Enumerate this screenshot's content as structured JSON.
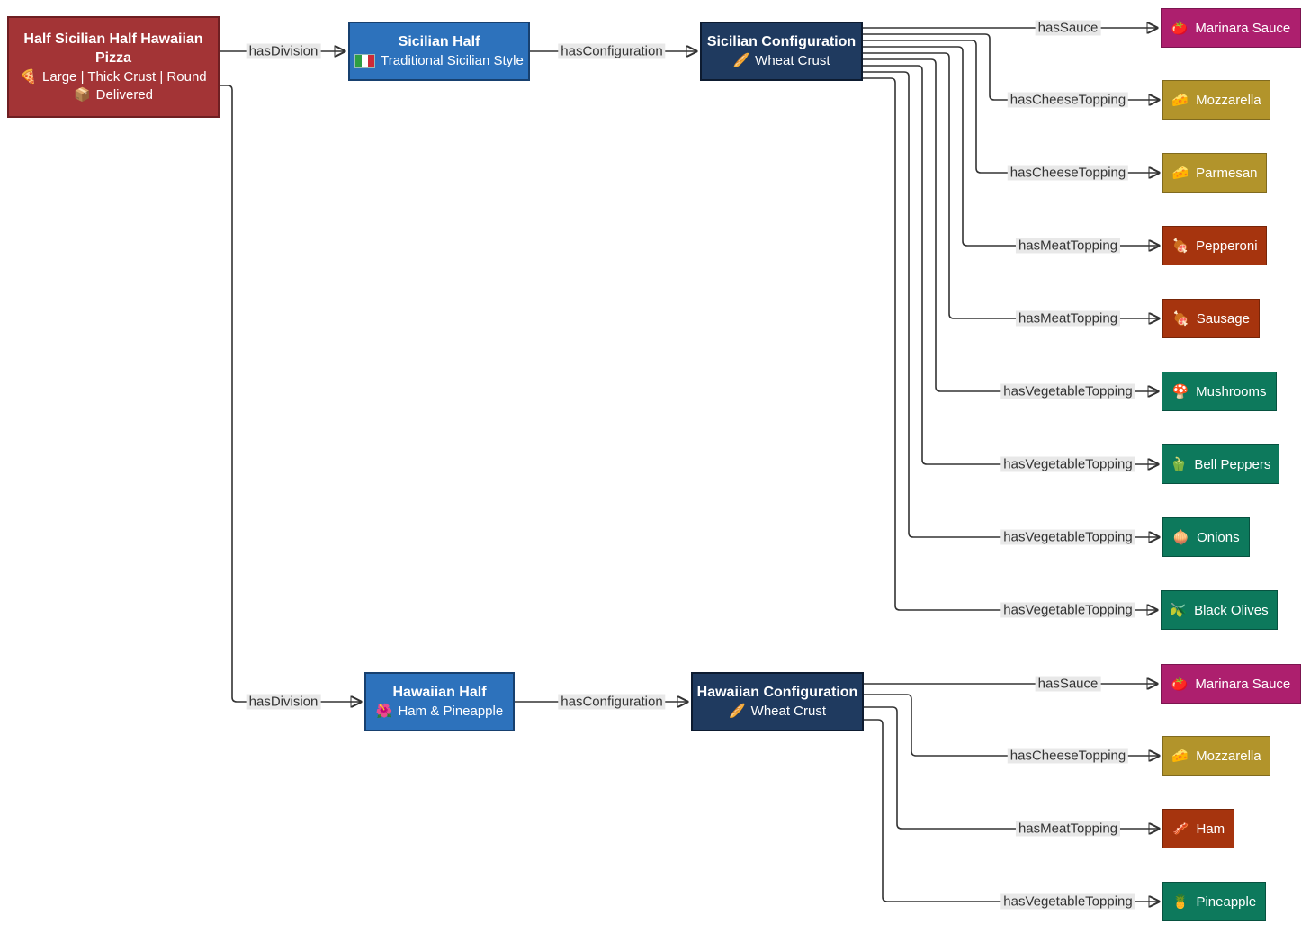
{
  "diagram": {
    "type": "flowchart",
    "background": "#ffffff",
    "colors": {
      "pizza_node": "#A33436",
      "half_node": "#2D72BC",
      "configuration_node": "#1F3A5F",
      "sauce_node": "#AD1F6E",
      "cheese_node": "#B2942B",
      "meat_node": "#A6340E",
      "vegetable_node": "#0D795C",
      "edge_line": "#333333",
      "edge_label_bg": "#e8e8e8",
      "node_text": "#ffffff"
    }
  },
  "nodes": {
    "root": {
      "title": "Half Sicilian Half Hawaiian Pizza",
      "detail1_icon": "🍕",
      "detail1": "Large | Thick Crust | Round",
      "detail2_icon": "📦",
      "detail2": "Delivered"
    },
    "sicilian_half": {
      "title": "Sicilian Half",
      "icon_name": "italy-flag",
      "subtitle": "Traditional Sicilian Style"
    },
    "sicilian_config": {
      "title": "Sicilian Configuration",
      "icon": "🥖",
      "subtitle": "Wheat Crust"
    },
    "hawaiian_half": {
      "title": "Hawaiian Half",
      "icon": "🌺",
      "subtitle": "Ham & Pineapple"
    },
    "hawaiian_config": {
      "title": "Hawaiian Configuration",
      "icon": "🥖",
      "subtitle": "Wheat Crust"
    }
  },
  "toppings": [
    {
      "label": "Marinara Sauce",
      "icon": "🍅",
      "type": "sauce"
    },
    {
      "label": "Mozzarella",
      "icon": "🧀",
      "type": "cheese"
    },
    {
      "label": "Parmesan",
      "icon": "🧀",
      "type": "cheese"
    },
    {
      "label": "Pepperoni",
      "icon": "🍖",
      "type": "meat"
    },
    {
      "label": "Sausage",
      "icon": "🍖",
      "type": "meat"
    },
    {
      "label": "Mushrooms",
      "icon": "🍄",
      "type": "vegetable"
    },
    {
      "label": "Bell Peppers",
      "icon": "🫑",
      "type": "vegetable"
    },
    {
      "label": "Onions",
      "icon": "🧅",
      "type": "vegetable"
    },
    {
      "label": "Black Olives",
      "icon": "🫒",
      "type": "vegetable"
    },
    {
      "label": "Marinara Sauce",
      "icon": "🍅",
      "type": "sauce"
    },
    {
      "label": "Mozzarella",
      "icon": "🧀",
      "type": "cheese"
    },
    {
      "label": "Ham",
      "icon": "🥓",
      "type": "meat"
    },
    {
      "label": "Pineapple",
      "icon": "🍍",
      "type": "vegetable"
    }
  ],
  "edges": [
    {
      "from": "root",
      "to": "sicilian_half",
      "label": "hasDivision"
    },
    {
      "from": "root",
      "to": "hawaiian_half",
      "label": "hasDivision"
    },
    {
      "from": "sicilian_half",
      "to": "sicilian_config",
      "label": "hasConfiguration"
    },
    {
      "from": "hawaiian_half",
      "to": "hawaiian_config",
      "label": "hasConfiguration"
    },
    {
      "from": "sicilian_config",
      "to": "marinara_sauce_1",
      "label": "hasSauce"
    },
    {
      "from": "sicilian_config",
      "to": "mozzarella_1",
      "label": "hasCheeseTopping"
    },
    {
      "from": "sicilian_config",
      "to": "parmesan",
      "label": "hasCheeseTopping"
    },
    {
      "from": "sicilian_config",
      "to": "pepperoni",
      "label": "hasMeatTopping"
    },
    {
      "from": "sicilian_config",
      "to": "sausage",
      "label": "hasMeatTopping"
    },
    {
      "from": "sicilian_config",
      "to": "mushrooms",
      "label": "hasVegetableTopping"
    },
    {
      "from": "sicilian_config",
      "to": "bell_peppers",
      "label": "hasVegetableTopping"
    },
    {
      "from": "sicilian_config",
      "to": "onions",
      "label": "hasVegetableTopping"
    },
    {
      "from": "sicilian_config",
      "to": "black_olives",
      "label": "hasVegetableTopping"
    },
    {
      "from": "hawaiian_config",
      "to": "marinara_sauce_2",
      "label": "hasSauce"
    },
    {
      "from": "hawaiian_config",
      "to": "mozzarella_2",
      "label": "hasCheeseTopping"
    },
    {
      "from": "hawaiian_config",
      "to": "ham",
      "label": "hasMeatTopping"
    },
    {
      "from": "hawaiian_config",
      "to": "pineapple",
      "label": "hasVegetableTopping"
    }
  ]
}
